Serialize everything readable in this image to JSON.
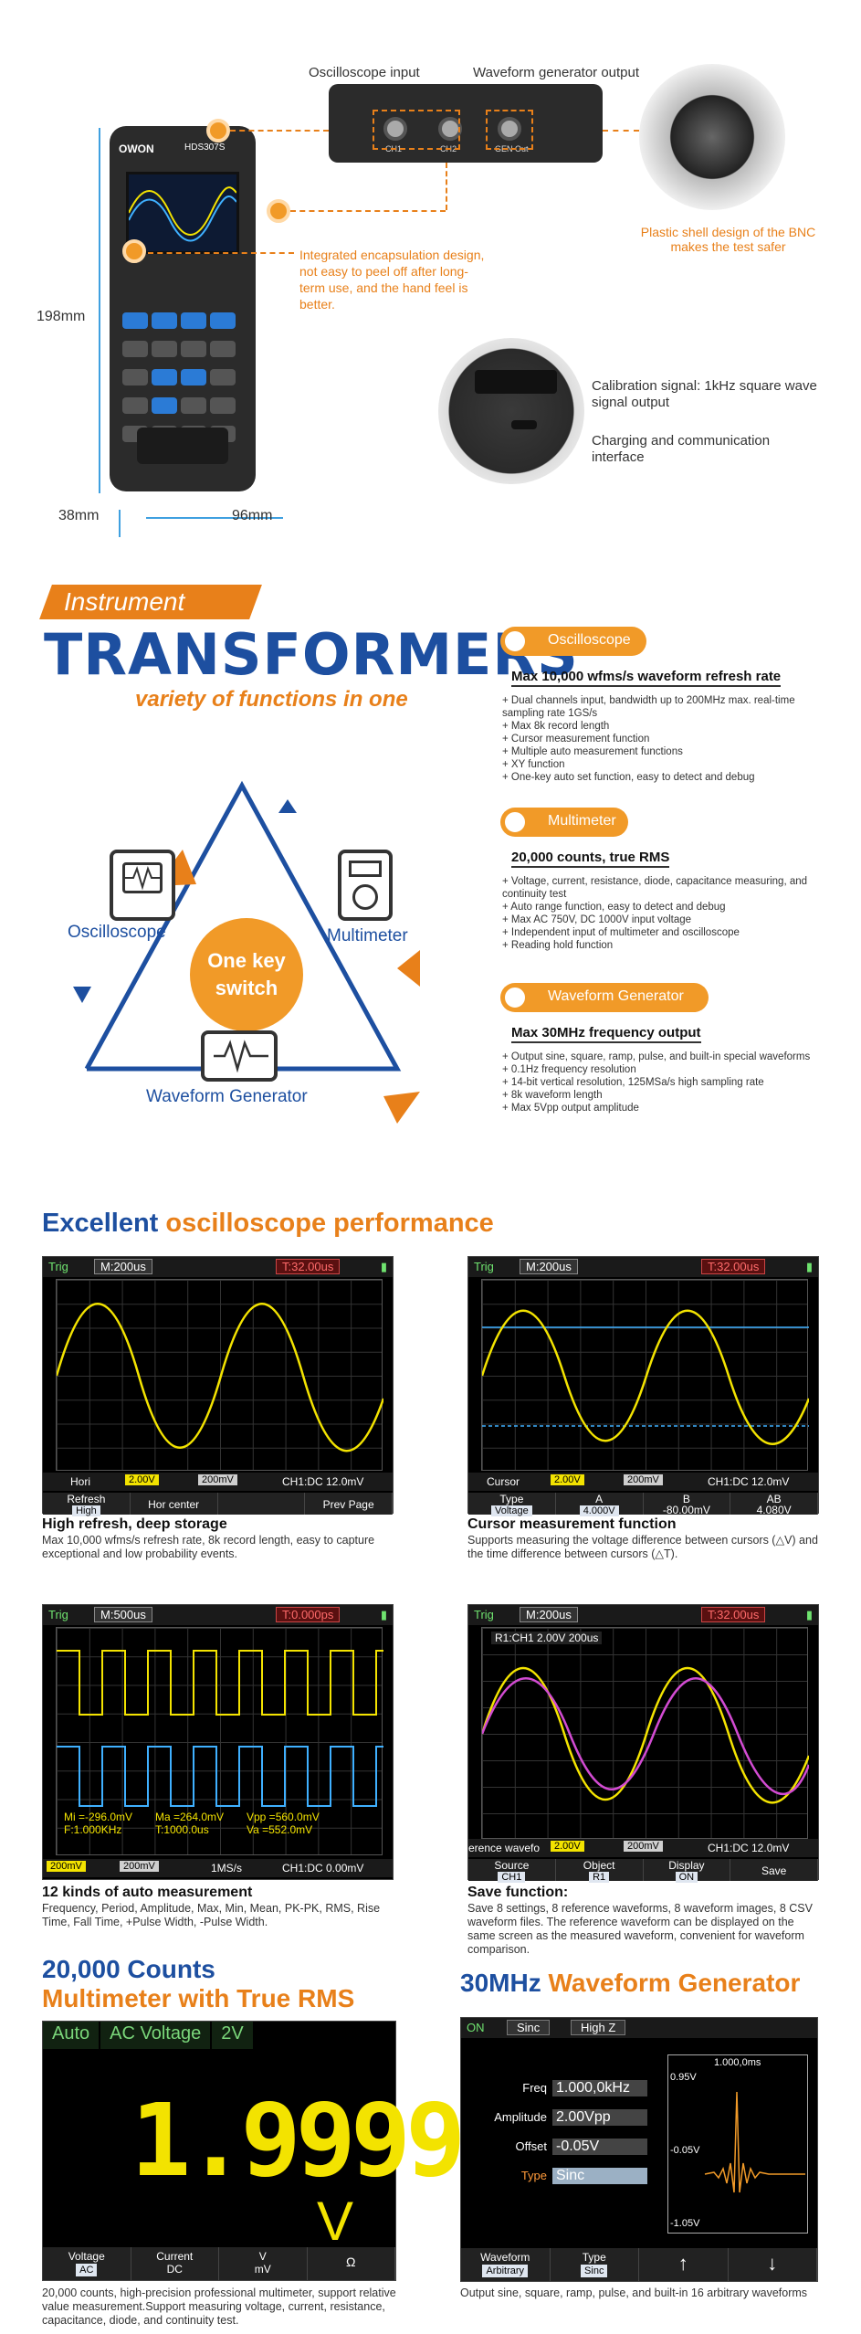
{
  "section1": {
    "label_osc_input": "Oscilloscope input",
    "label_wave_out": "Waveform generator output",
    "bnc_labels": [
      "CH1",
      "CH2",
      "GEN Out"
    ],
    "device_brand": "OWON",
    "device_model": "HDS307S",
    "plastic_shell": "Plastic shell design of the BNC makes the test safer",
    "integrated": "Integrated encapsulation design, not easy to peel off after long-term use, and the hand feel is better.",
    "calibration": "Calibration signal: 1kHz square wave signal output",
    "charging": "Charging and communication interface",
    "dim_height": "198mm",
    "dim_depth": "38mm",
    "dim_width": "96mm"
  },
  "section2": {
    "banner": "Instrument",
    "title": "TRANSFORMERS",
    "subtitle": "variety of functions in one",
    "center_label": "One key switch",
    "node_osc": "Oscilloscope",
    "node_mm": "Multimeter",
    "node_wg": "Waveform Generator",
    "features": [
      {
        "name": "Oscilloscope",
        "headline": "Max 10,000 wfms/s waveform refresh rate",
        "items": [
          "Dual channels input, bandwidth up to 200MHz max. real-time sampling rate 1GS/s",
          "Max 8k record length",
          "Cursor measurement function",
          "Multiple auto measurement functions",
          "XY function",
          "One-key auto set function, easy to detect and debug"
        ]
      },
      {
        "name": "Multimeter",
        "headline": "20,000 counts, true RMS",
        "items": [
          "Voltage, current, resistance, diode, capacitance measuring, and continuity test",
          "Auto range function, easy to detect and debug",
          "Max AC 750V, DC 1000V input voltage",
          "Independent input of multimeter and oscilloscope",
          "Reading hold function"
        ]
      },
      {
        "name": "Waveform Generator",
        "headline": "Max 30MHz frequency output",
        "items": [
          "Output sine, square, ramp, pulse, and built-in special waveforms",
          "0.1Hz frequency resolution",
          "14-bit vertical resolution, 125MSa/s high sampling rate",
          "8k waveform length",
          "Max 5Vpp output amplitude"
        ]
      }
    ]
  },
  "section3": {
    "title_a": "Excellent",
    "title_b": "oscilloscope performance",
    "screens": [
      {
        "trig": "Trig",
        "mtime": "M:200us",
        "ttime": "T:32.00us",
        "ch1": "2.00V",
        "ch2": "200mV",
        "chinfo": "CH1:DC  12.0mV",
        "menu_title": "Hori",
        "menu": [
          {
            "a": "Refresh",
            "b": "High"
          },
          {
            "a": "Hor center",
            "b": ""
          },
          {
            "a": "",
            "b": ""
          },
          {
            "a": "Prev Page",
            "b": ""
          }
        ],
        "caption_title": "High refresh, deep storage",
        "caption_body": "Max 10,000 wfms/s refresh rate, 8k record length, easy to capture exceptional and low probability events."
      },
      {
        "trig": "Trig",
        "mtime": "M:200us",
        "ttime": "T:32.00us",
        "ch1": "2.00V",
        "ch2": "200mV",
        "chinfo": "CH1:DC  12.0mV",
        "menu_title": "Cursor",
        "menu": [
          {
            "a": "Type",
            "b": "Voltage"
          },
          {
            "a": "A",
            "b": "4.000V"
          },
          {
            "a": "B",
            "b": "-80.00mV"
          },
          {
            "a": "AB",
            "b": "4.080V"
          }
        ],
        "caption_title": "Cursor measurement function",
        "caption_body": "Supports measuring the voltage difference between cursors (△V) and the time difference between cursors (△T)."
      },
      {
        "trig": "Trig",
        "mtime": "M:500us",
        "ttime": "T:0.000ps",
        "meas": [
          "Mi =-296.0mV",
          "Ma =264.0mV",
          "Vpp =560.0mV",
          "F:1.000KHz",
          "T:1000.0us",
          "Va =552.0mV"
        ],
        "ch1": "200mV",
        "ch2": "200mV",
        "extra": "1MS/s",
        "chinfo": "CH1:DC  0.00mV",
        "caption_title": "12 kinds of auto measurement",
        "caption_body": "Frequency, Period, Amplitude, Max, Min, Mean, PK-PK, RMS, Rise Time, Fall Time, +Pulse Width, -Pulse Width."
      },
      {
        "trig": "Trig",
        "mtime": "M:200us",
        "ttime": "T:32.00us",
        "ref": "R1:CH1 2.00V 200us",
        "ch1": "2.00V",
        "ch2": "200mV",
        "chinfo": "CH1:DC  12.0mV",
        "menu_title": "erence wavefo",
        "menu": [
          {
            "a": "Source",
            "b": "CH1"
          },
          {
            "a": "Object",
            "b": "R1"
          },
          {
            "a": "Display",
            "b": "ON"
          },
          {
            "a": "Save",
            "b": ""
          }
        ],
        "caption_title": "Save function:",
        "caption_body": "Save 8 settings, 8 reference waveforms, 8 waveform images, 8 CSV waveform files. The reference waveform can be displayed on the same screen as the measured waveform, convenient for waveform comparison."
      }
    ]
  },
  "section4": {
    "mm_title_a": "20,000 Counts",
    "mm_title_b": "Multimeter with True RMS",
    "mm_top": [
      "Auto",
      "AC Voltage",
      "2V"
    ],
    "mm_reading": "1.9999",
    "mm_unit": "V",
    "mm_menu": [
      {
        "a": "Voltage",
        "b": "AC"
      },
      {
        "a": "Current",
        "b": "DC"
      },
      {
        "a": "V",
        "b": "mV"
      },
      {
        "a": "Ω",
        "b": ""
      }
    ],
    "mm_caption": "20,000 counts, high-precision professional multimeter, support relative value measurement.Support measuring voltage, current, resistance, capacitance, diode, and continuity test.",
    "wg_title_a": "30MHz",
    "wg_title_b": "Waveform Generator",
    "wg_top": [
      "ON",
      "Sinc",
      "High Z"
    ],
    "wg_rows": [
      {
        "label": "Freq",
        "value": "1.000,0kHz"
      },
      {
        "label": "Amplitude",
        "value": "2.00Vpp"
      },
      {
        "label": "Offset",
        "value": "-0.05V"
      },
      {
        "label": "Type",
        "value": "Sinc"
      }
    ],
    "wg_preview": {
      "time": "1.000,0ms",
      "top": "0.95V",
      "mid": "-0.05V",
      "bot": "-1.05V"
    },
    "wg_menu": [
      {
        "a": "Waveform",
        "b": "Arbitrary"
      },
      {
        "a": "Type",
        "b": "Sinc"
      },
      {
        "a": "↑",
        "b": ""
      },
      {
        "a": "↓",
        "b": ""
      }
    ],
    "wg_caption": "Output sine, square, ramp, pulse, and built-in 16 arbitrary waveforms"
  }
}
